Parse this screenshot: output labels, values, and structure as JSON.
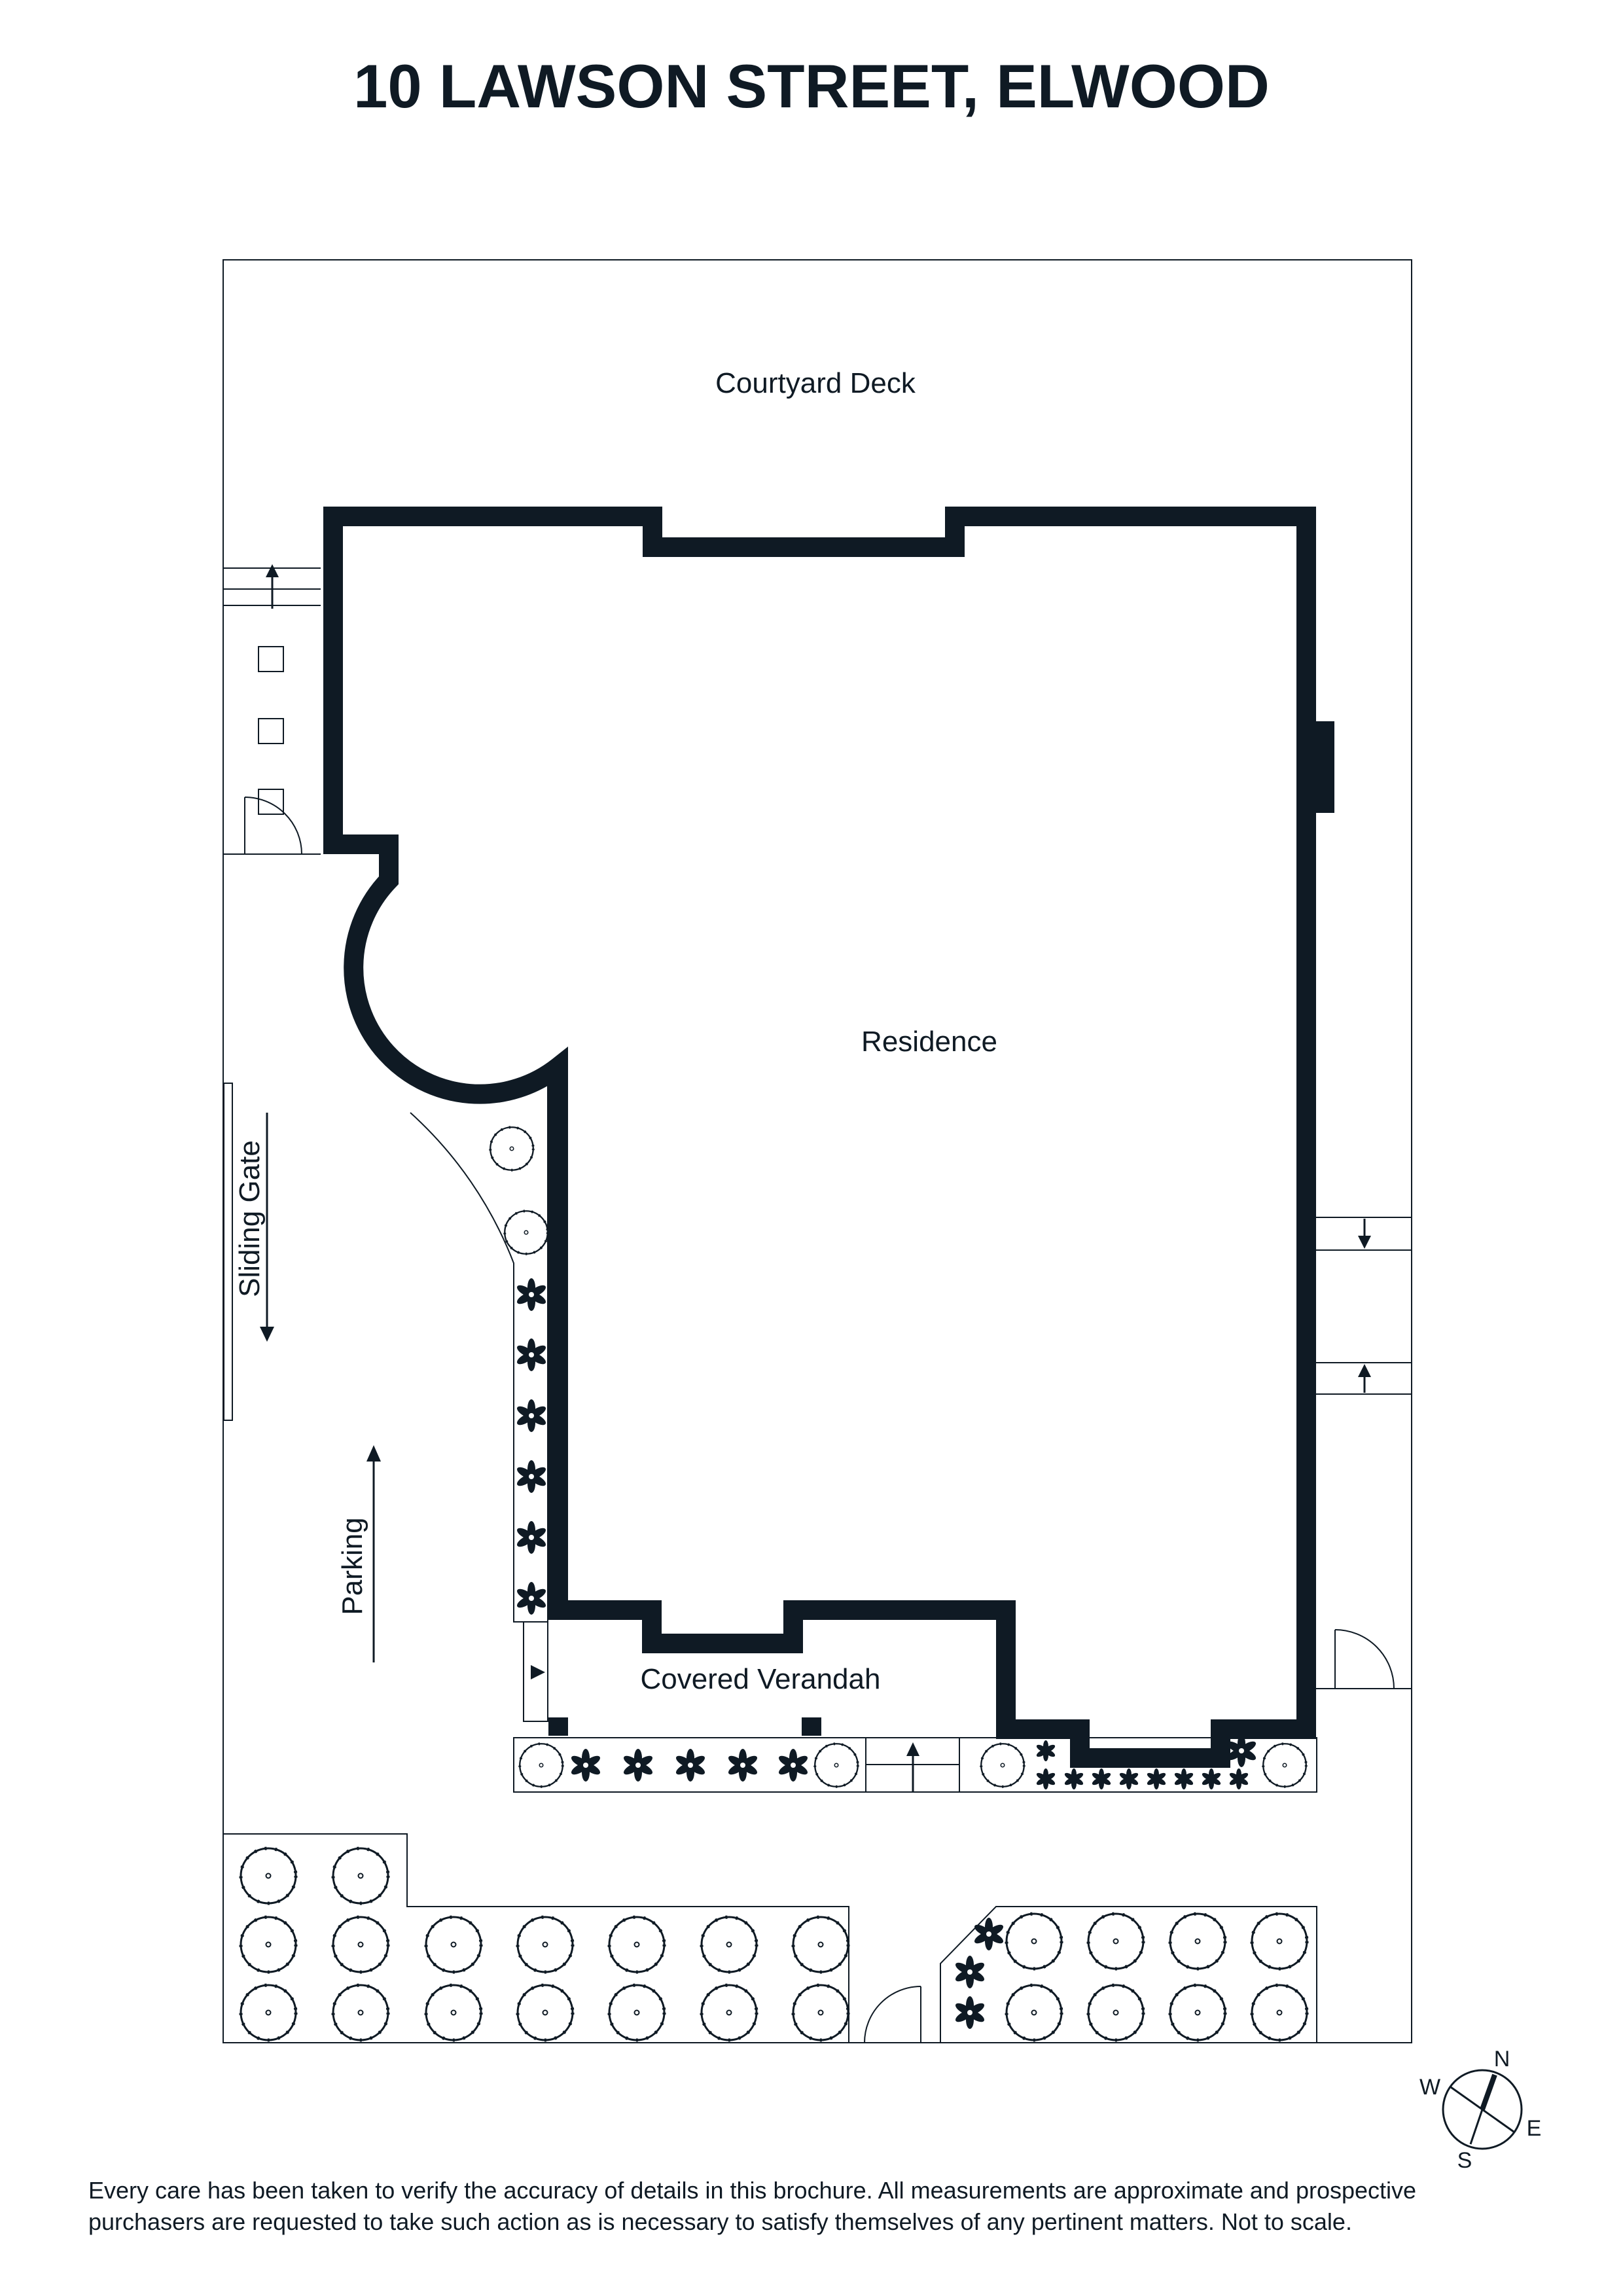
{
  "header": {
    "title": "10 LAWSON STREET, ELWOOD"
  },
  "plan": {
    "labels": {
      "courtyard_deck": "Courtyard Deck",
      "residence": "Residence",
      "covered_verandah": "Covered Verandah",
      "sliding_gate": "Sliding Gate",
      "parking": "Parking"
    },
    "colors": {
      "wall": "#0f1a24",
      "line": "#0f1a24",
      "background": "#ffffff"
    }
  },
  "compass": {
    "north": "N",
    "south": "S",
    "east": "E",
    "west": "W"
  },
  "footer": {
    "disclaimer_line1": "Every care has been taken to verify the accuracy of details in this brochure. All measurements are approximate and prospective",
    "disclaimer_line2": "purchasers are requested to take such action as is necessary to satisfy themselves of any pertinent matters. Not to scale."
  }
}
